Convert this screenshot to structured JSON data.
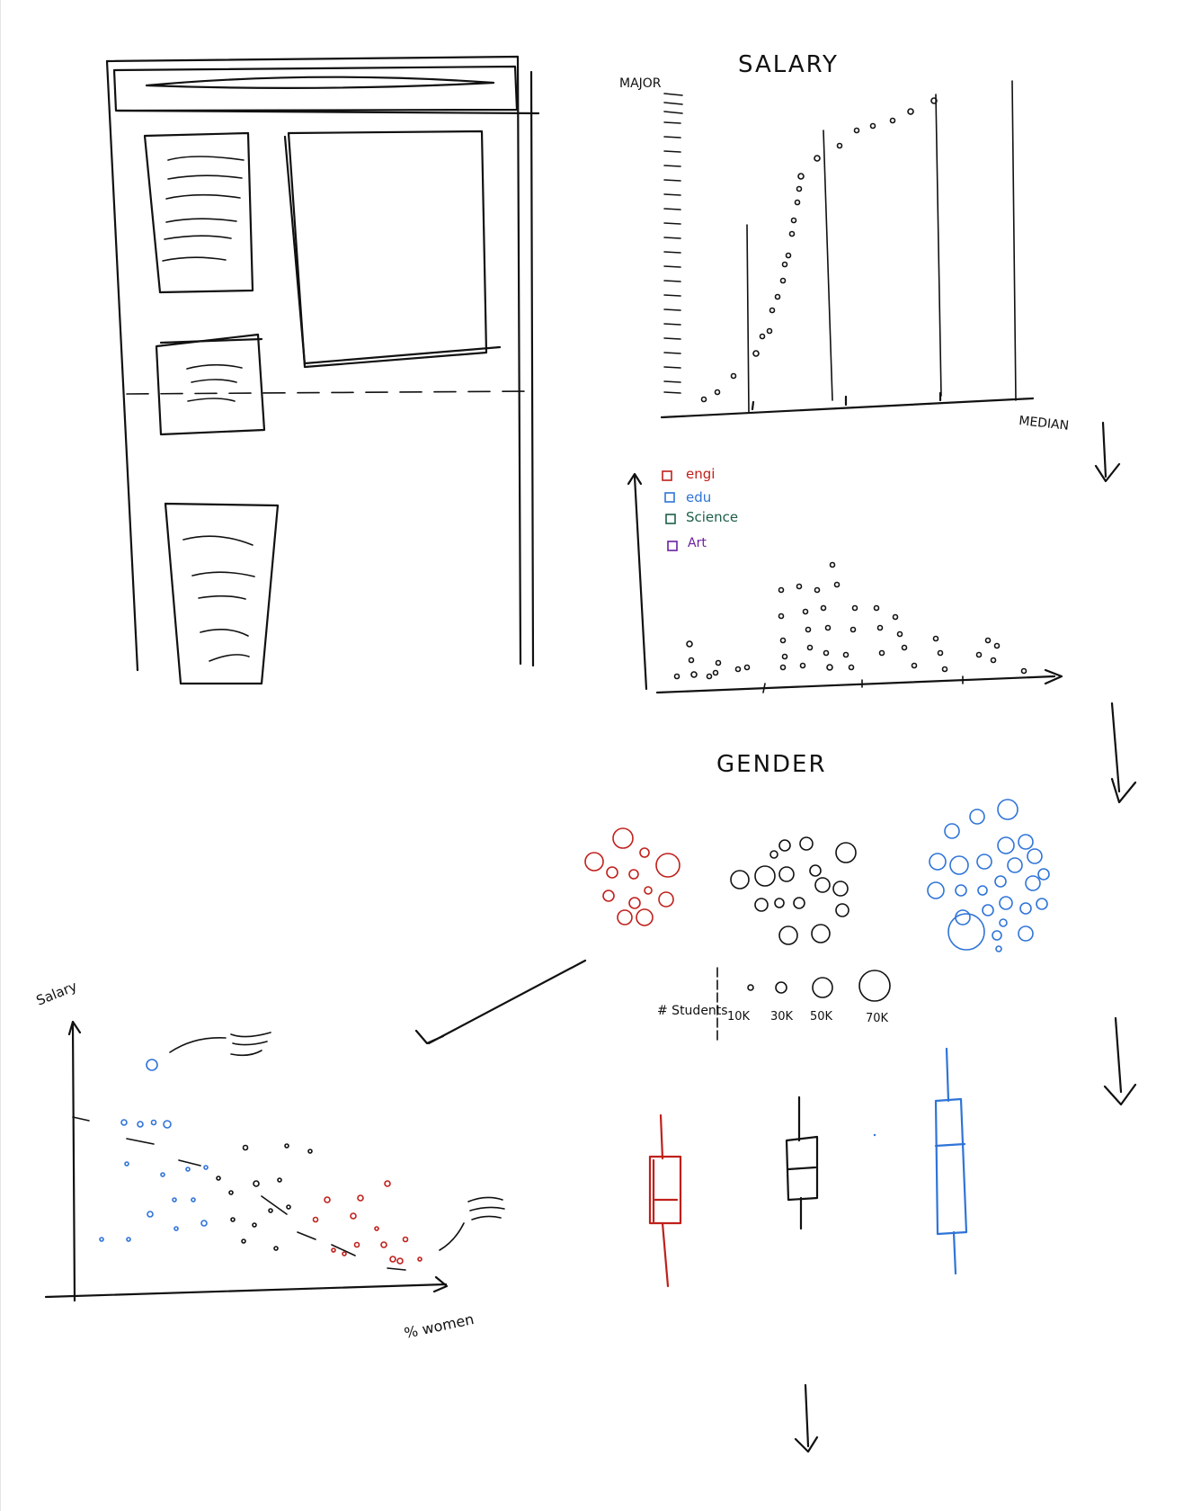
{
  "salary_section": {
    "title": "SALARY",
    "y_label": "MAJOR",
    "x_label": "MEDIAN"
  },
  "category_legend": {
    "items": [
      {
        "label": "engi",
        "color": "#c0201b"
      },
      {
        "label": "edu",
        "color": "#2f74d8"
      },
      {
        "label": "Science",
        "color": "#1d5f49"
      },
      {
        "label": "Art",
        "color": "#6b1fa0"
      }
    ]
  },
  "gender_section": {
    "title": "GENDER",
    "size_legend": {
      "label": "# Students",
      "values": [
        "10K",
        "30K",
        "50K",
        "70K"
      ]
    },
    "cluster_colors": [
      "#c0201b",
      "#111111",
      "#2f74d8"
    ]
  },
  "scatter_section": {
    "y_label": "Salary",
    "x_label": "% women"
  }
}
